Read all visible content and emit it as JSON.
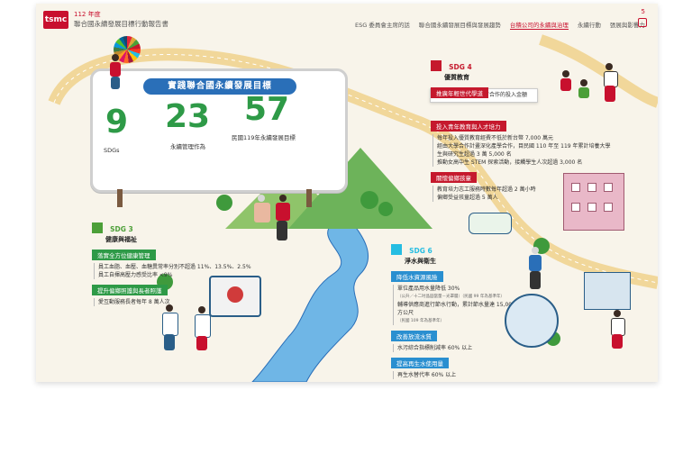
{
  "header": {
    "logo_text": "tsmc",
    "year": "112 年度",
    "title": "聯合國永續發展目標行動報告書",
    "nav": [
      {
        "label": "ESG 委員會主席的話",
        "active": false
      },
      {
        "label": "聯合國永續發展目標與發展趨勢",
        "active": false
      },
      {
        "label": "台積公司的永續與治理",
        "active": true
      },
      {
        "label": "永續行動",
        "active": false
      },
      {
        "label": "張展與影響力",
        "active": false
      }
    ],
    "page_number": "5"
  },
  "billboard": {
    "title": "實踐聯合國永續發展目標",
    "stats": [
      {
        "value": "9",
        "label": "SDGs"
      },
      {
        "value": "23",
        "label": "永續管理作為"
      },
      {
        "value": "57",
        "label": "民國119年永續發展目標"
      }
    ]
  },
  "tooltip": "追蹤青年培力與教育合作的投入金額",
  "sdg4": {
    "code": "SDG 4",
    "name": "優質教育",
    "color": "#c5192d",
    "sections": [
      {
        "title": "推廣年輕世代學道",
        "items": []
      },
      {
        "title": "投入青年教育與人才培力",
        "items": [
          "每年投入優質教育經費不低於新台幣 7,000 萬元",
          "經由大學合作計畫深化產學合作，目民國 110 年至 119 年累計培養大學生與研究生超過 3 萬 5,000 名",
          "推動女高中生 STEM 探索活動，接觸學生人次超過 3,000 名"
        ]
      },
      {
        "title": "關懷偏鄉孩童",
        "items": [
          "教育培力志工服務時數每年超過 2 萬小時",
          "偏鄉受益孩童超過 5 萬人"
        ]
      }
    ]
  },
  "sdg3": {
    "code": "SDG 3",
    "name": "健康與福祉",
    "color": "#4c9f38",
    "sections": [
      {
        "title": "落實全方位健康管理",
        "items": [
          "員工血脂、血壓、血糖異常率分別不超過 11%、13.5%、2.5%",
          "員工自揮高壓力感受比率 <9%"
        ]
      },
      {
        "title": "提升偏鄉照護與長者照護",
        "items": [
          "愛互動服務長者每年 8 萬人次"
        ]
      }
    ]
  },
  "sdg6": {
    "code": "SDG 6",
    "name": "淨水與衛生",
    "color": "#26bde2",
    "sections": [
      {
        "title": "降低水資源風險",
        "items": [
          "單位產品用水量降低 30%",
          "（公升／十二吋晶圓當量－光罩層）（民國 99 年為基準年）",
          "輔導供應商進行節水行動，累計節水量達 15,000 萬立方公尺",
          "（民國 109 年為基準年）"
        ]
      },
      {
        "title": "改善放流水質",
        "items": [
          "水污綜合指標削減率 60% 以上"
        ]
      },
      {
        "title": "提高再生水使用量",
        "items": [
          "再生水替代率 60% 以上"
        ]
      }
    ]
  },
  "colors": {
    "red": "#c8102e",
    "green": "#2e9a47",
    "blue": "#2a6fb8",
    "road": "#f1d79a"
  }
}
